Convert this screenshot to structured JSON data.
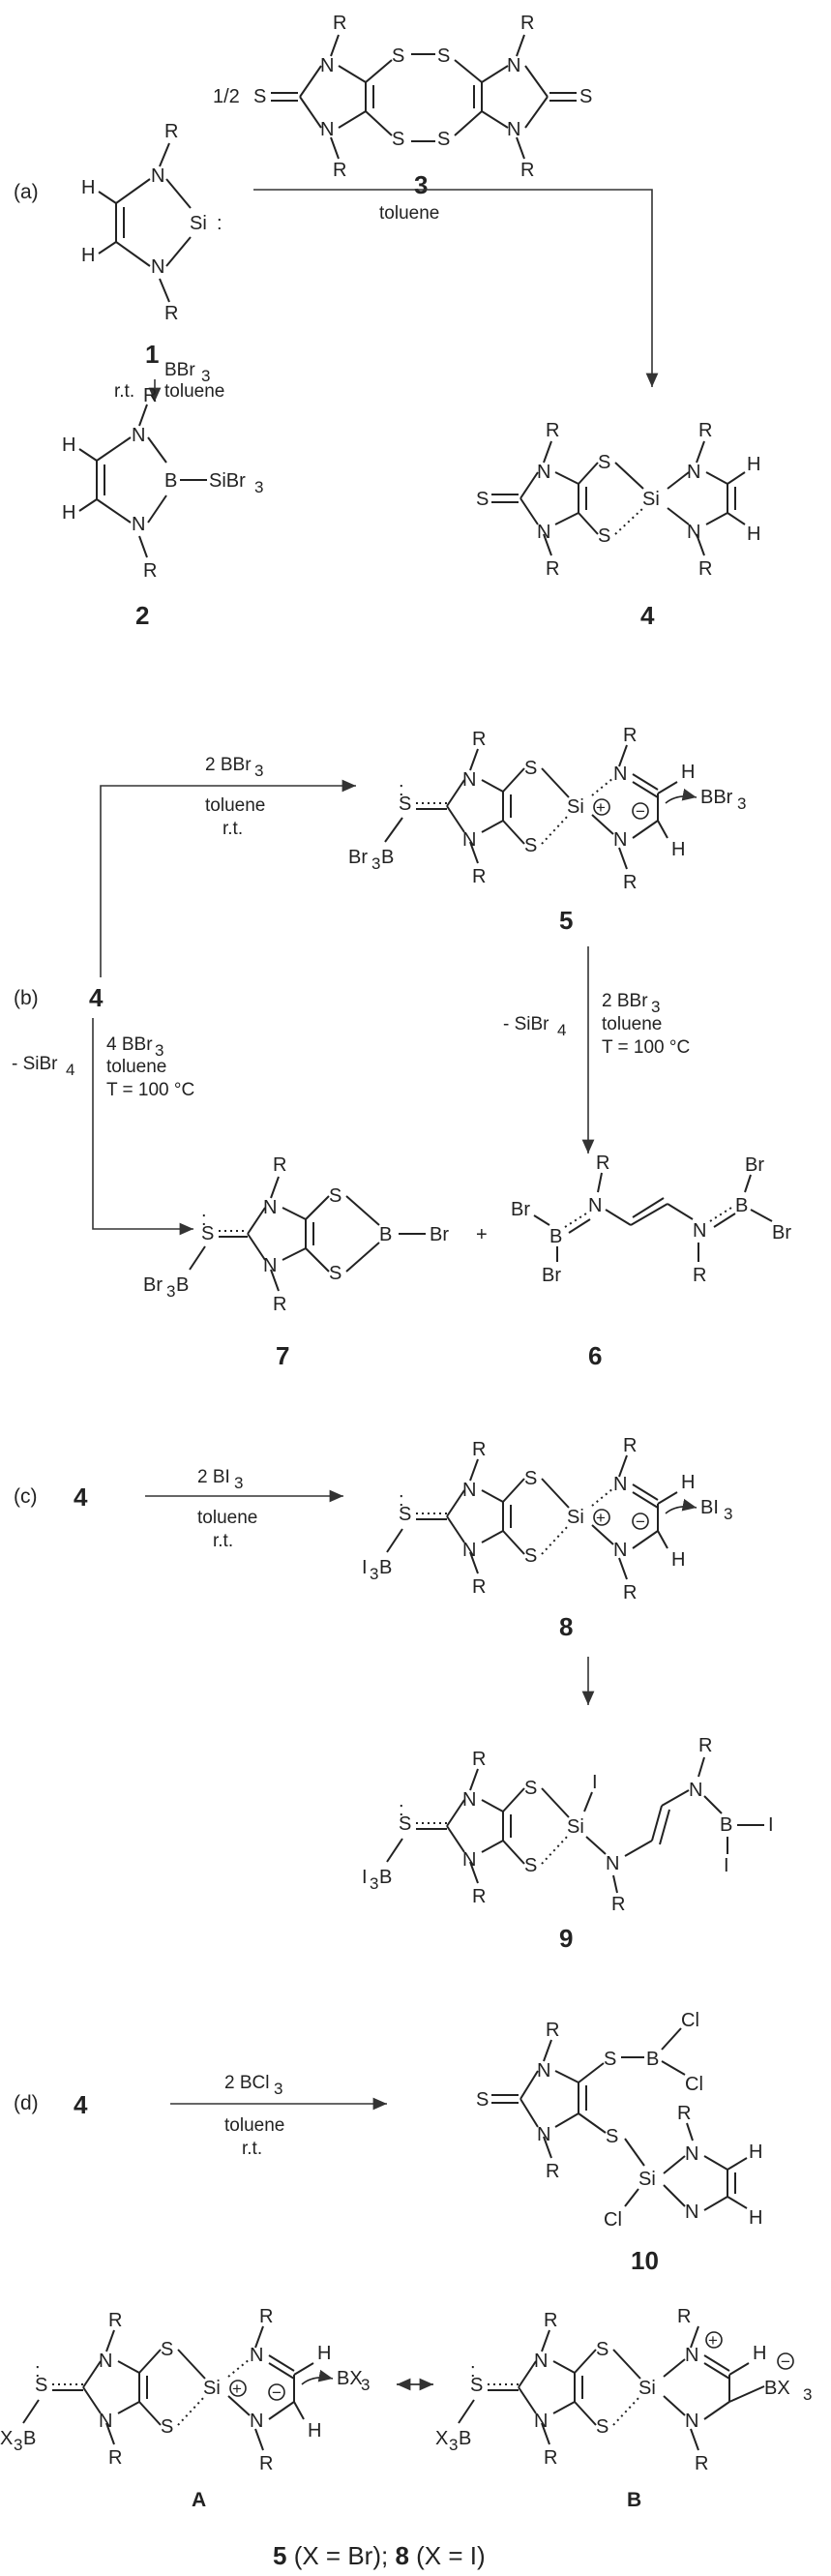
{
  "sections": {
    "a": "(a)",
    "b": "(b)",
    "c": "(c)",
    "d": "(d)"
  },
  "compounds": {
    "c1": "1",
    "c2": "2",
    "c3": "3",
    "c4": "4",
    "c4b": "4",
    "c4c": "4",
    "c4d": "4",
    "c5": "5",
    "c6": "6",
    "c7": "7",
    "c8": "8",
    "c9": "9",
    "c10": "10",
    "cA": "A",
    "cB": "B"
  },
  "atoms": {
    "R": "R",
    "N": "N",
    "S": "S",
    "Si": "Si",
    "H": "H",
    "B": "B",
    "Br": "Br",
    "Cl": "Cl",
    "I": "I"
  },
  "groups": {
    "half": "1/2",
    "SiBr3": "SiBr",
    "Br3B": "Br",
    "BBr3": "BBr",
    "I3B": "I",
    "BI3": "BI",
    "X3B": "X",
    "BX3": "BX",
    "sub3": "3"
  },
  "conditions": {
    "toluene": "toluene",
    "rt": "r.t.",
    "BBr3": "BBr",
    "twoBBr3": "2 BBr",
    "fourBBr3": "4 BBr",
    "minusSiBr4": "- SiBr",
    "sub4": "4",
    "T100": "T = 100 °C",
    "twoBI3": "2 BI",
    "twoBCl3": "2 BCl",
    "plus": "+"
  },
  "footer": {
    "five": "5",
    "xbr": " (X = Br); ",
    "eight": "8",
    "xi": " (X = I)"
  }
}
